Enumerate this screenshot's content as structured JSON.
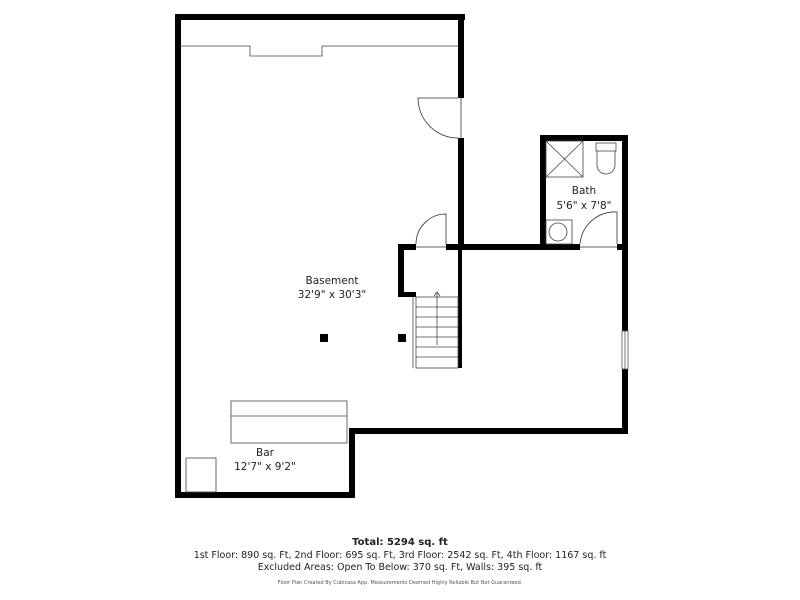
{
  "rooms": [
    {
      "name": "Basement",
      "dimensions": "32'9\" x 30'3\""
    },
    {
      "name": "Bath",
      "dimensions": "5'6\" x 7'8\""
    },
    {
      "name": "Bar",
      "dimensions": "12'7\" x 9'2\""
    }
  ],
  "summary": {
    "total": "Total: 5294 sq. ft",
    "floors": "1st Floor: 890 sq. Ft, 2nd Floor: 695 sq. Ft, 3rd Floor: 2542 sq. Ft, 4th Floor: 1167 sq. ft",
    "excluded": "Excluded Areas: Open To Below: 370 sq. Ft, Walls: 395 sq. ft",
    "credit": "Floor Plan Created By Cubicasa App. Measurements Deemed Highly Reliable But Not Guaranteed."
  },
  "colors": {
    "wall": "#000000",
    "fixture": "#555555"
  }
}
